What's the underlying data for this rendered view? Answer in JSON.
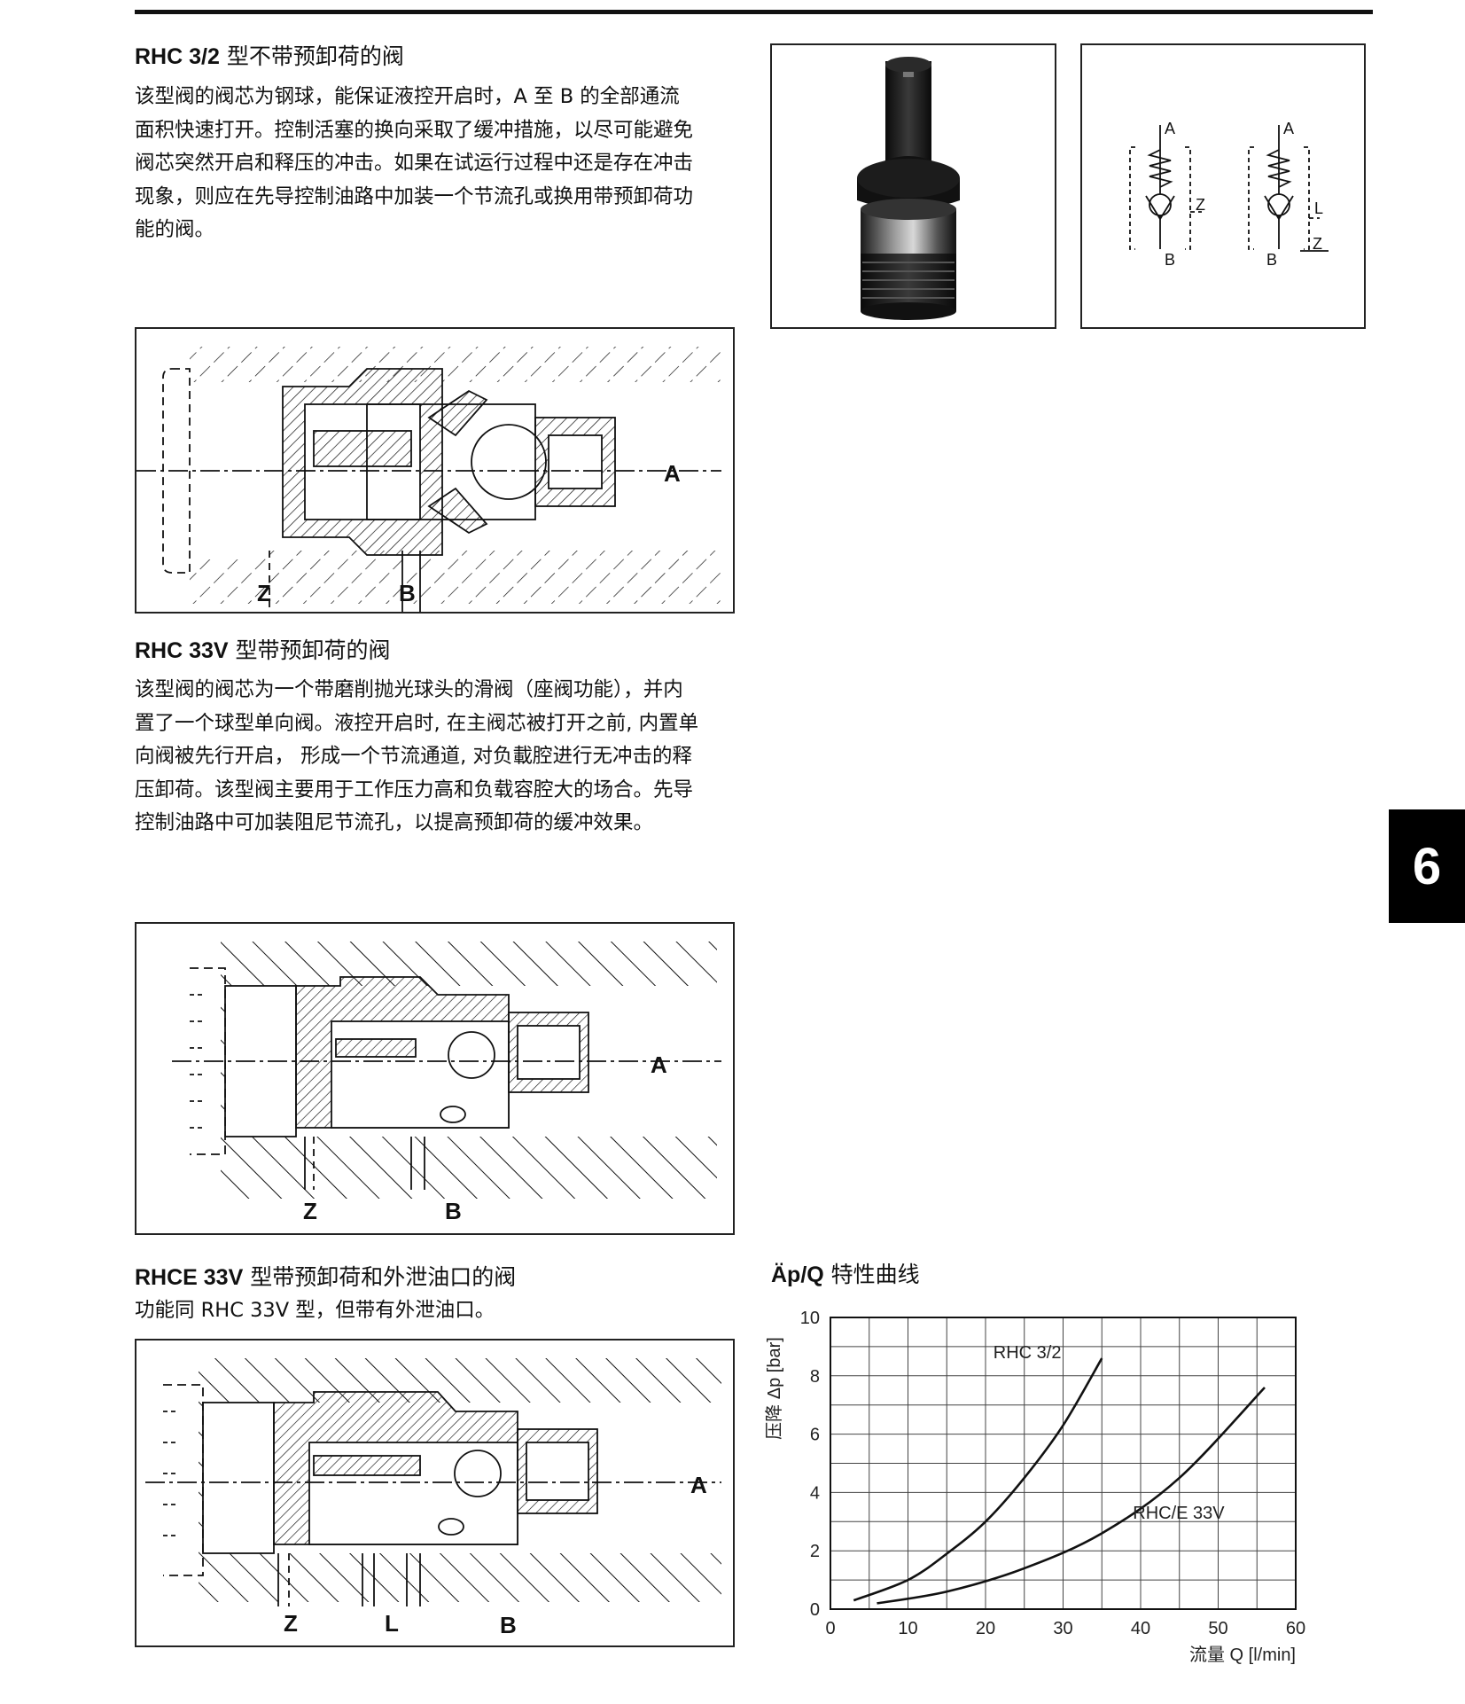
{
  "section1": {
    "model": "RHC 3/2",
    "title": "型不带预卸荷的阀",
    "lines": [
      "该型阀的阀芯为钢球，能保证液控开启时，A 至 B 的全部通流",
      "面积快速打开。控制活塞的换向采取了缓冲措施，以尽可能避免",
      "阀芯突然开启和释压的冲击。如果在试运行过程中还是存在冲击",
      "现象，则应在先导控制油路中加装一个节流孔或换用带预卸荷功",
      "能的阀。"
    ],
    "drawing_labels": {
      "port_a": "A",
      "port_z": "Z",
      "port_b": "B"
    }
  },
  "symbols": {
    "left": {
      "top": "A",
      "side": "Z",
      "bottom": "B"
    },
    "right": {
      "top": "A",
      "side": "L",
      "bottom": "B",
      "drain": "Z"
    }
  },
  "section2": {
    "model": "RHC 33V",
    "title": "型带预卸荷的阀",
    "lines": [
      "该型阀的阀芯为一个带磨削抛光球头的滑阀（座阀功能），并内",
      "置了一个球型单向阀。液控开启时, 在主阀芯被打开之前, 内置单",
      "向阀被先行开启， 形成一个节流通道, 对负載腔进行无冲击的释",
      "压卸荷。该型阀主要用于工作压力高和负载容腔大的场合。先导",
      "控制油路中可加装阻尼节流孔，以提高预卸荷的缓冲效果。"
    ],
    "drawing_labels": {
      "port_a": "A",
      "port_z": "Z",
      "port_b": "B"
    }
  },
  "section3": {
    "model": "RHCE 33V",
    "title": "型带预卸荷和外泄油口的阀",
    "line": "功能同 RHC 33V 型，但带有外泄油口。",
    "drawing_labels": {
      "port_a": "A",
      "port_z": "Z",
      "port_l": "L",
      "port_b": "B"
    }
  },
  "page_tab": "6",
  "chart_heading": {
    "symbol": "Äp/Q",
    "text": "特性曲线"
  },
  "chart_data": {
    "type": "line",
    "xlabel": "流量 Q [l/min]",
    "ylabel": "压降 Δp [bar]",
    "xlim": [
      0,
      60
    ],
    "ylim": [
      0,
      10
    ],
    "xticks": [
      "0",
      "10",
      "20",
      "30",
      "40",
      "50",
      "60"
    ],
    "yticks": [
      "0",
      "2",
      "4",
      "6",
      "8",
      "10"
    ],
    "grid": true,
    "series": [
      {
        "name": "RHC 3/2",
        "x": [
          3,
          10,
          15,
          20,
          25,
          30,
          35
        ],
        "y": [
          0.3,
          1.0,
          1.9,
          3.0,
          4.5,
          6.3,
          8.6
        ]
      },
      {
        "name": "RHC/E 33V",
        "x": [
          6,
          15,
          25,
          35,
          45,
          56
        ],
        "y": [
          0.2,
          0.6,
          1.4,
          2.6,
          4.5,
          7.6
        ]
      }
    ]
  }
}
